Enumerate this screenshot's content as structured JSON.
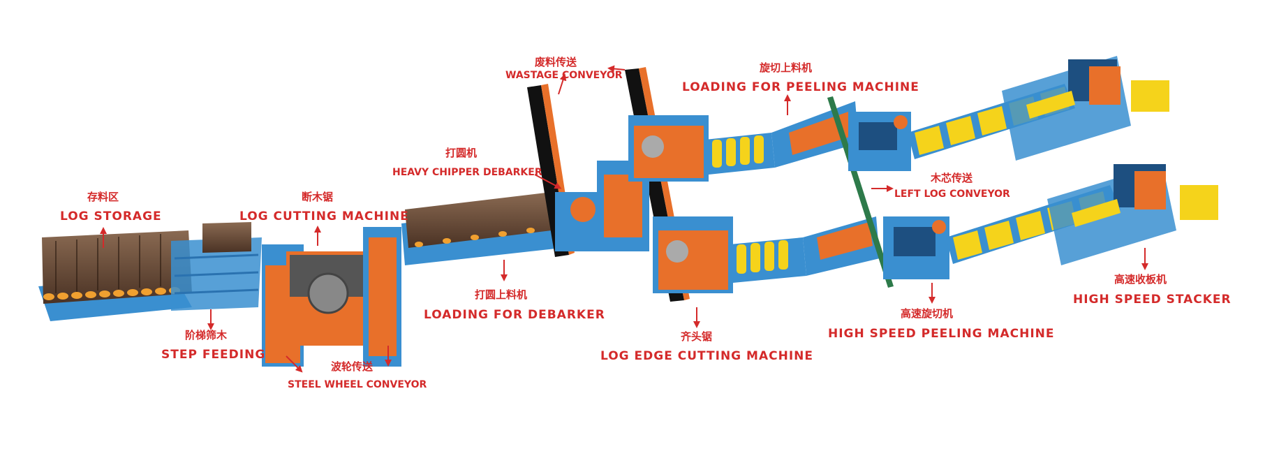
{
  "labels": {
    "log_storage": {
      "zh": "存料区",
      "en": "LOG STORAGE"
    },
    "step_feeding": {
      "zh": "阶梯筛木",
      "en": "STEP FEEDING"
    },
    "log_cutting": {
      "zh": "断木锯",
      "en": "LOG CUTTING MACHINE"
    },
    "steel_wheel": {
      "zh": "波轮传送",
      "en": "STEEL WHEEL CONVEYOR"
    },
    "chipper": {
      "zh": "打圆机",
      "en": "HEAVY CHIPPER DEBARKER"
    },
    "loading_debarker": {
      "zh": "打圆上料机",
      "en": "LOADING FOR DEBARKER"
    },
    "wastage": {
      "zh": "废料传送",
      "en": "WASTAGE CONVEYOR"
    },
    "edge_cutting": {
      "zh": "齐头锯",
      "en": "LOG EDGE CUTTING MACHINE"
    },
    "loading_peeling": {
      "zh": "旋切上料机",
      "en": "LOADING FOR PEELING MACHINE"
    },
    "left_log": {
      "zh": "木芯传送",
      "en": "LEFT LOG CONVEYOR"
    },
    "peeling": {
      "zh": "高速旋切机",
      "en": "HIGH SPEED PEELING MACHINE"
    },
    "stacker": {
      "zh": "高速收板机",
      "en": "HIGH SPEED STACKER"
    }
  },
  "colors": {
    "label_red": "#d42a2a",
    "frame_blue": "#3a8fd0",
    "machine_orange": "#e8702a",
    "conveyor_yellow": "#f5d31b",
    "log_brown": "#6b4a34",
    "log_end": "#f0a030",
    "belt_black": "#111111"
  }
}
